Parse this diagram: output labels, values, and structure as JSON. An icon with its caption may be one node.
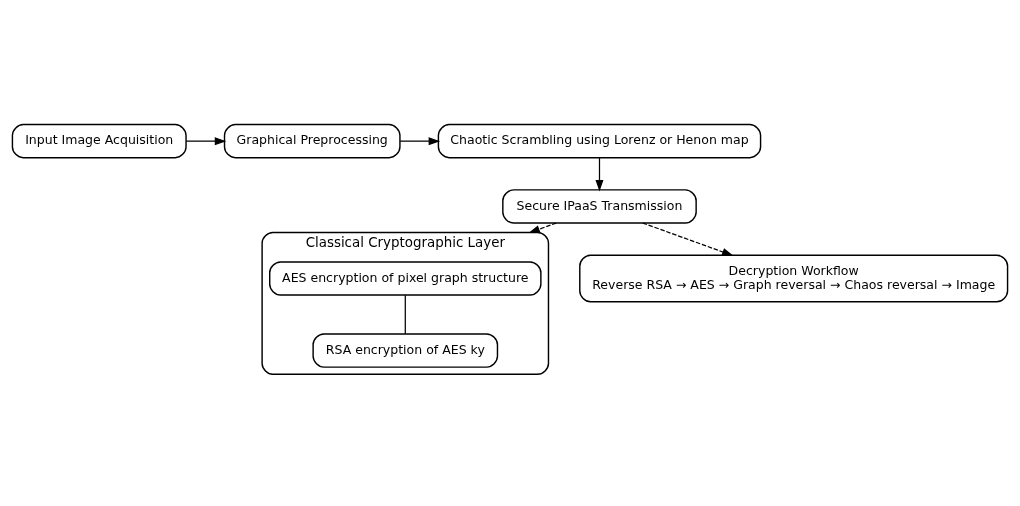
{
  "diagram": {
    "nodes": [
      {
        "text": [
          "Input Image Acquisition"
        ]
      },
      {
        "text": [
          "Graphical Preprocessing"
        ]
      },
      {
        "text": [
          "Chaotic Scrambling using Lorenz or Henon map"
        ]
      },
      {
        "text": [
          "Secure IPaaS Transmission"
        ]
      },
      {
        "text": [
          "Classical Cryptographic Layer"
        ]
      },
      {
        "text": [
          "AES encryption of pixel graph structure"
        ],
        "in": 4
      },
      {
        "text": [
          "RSA encryption of AES ky"
        ],
        "in": 4
      },
      {
        "text": [
          "Decryption Workflow",
          "Reverse RSA → AES → Graph reversal → Chaos reversal → Image"
        ]
      }
    ],
    "edges": [
      {
        "from": 0,
        "to": 1,
        "arrow": "to"
      },
      {
        "from": 1,
        "to": 2,
        "arrow": "to"
      },
      {
        "from": 2,
        "to": 3,
        "arrow": "to"
      },
      {
        "from": 3,
        "to": 4,
        "arrow": "to",
        "style": "dashed"
      },
      {
        "from": 5,
        "to": 6,
        "arrow": "none"
      },
      {
        "from": 3,
        "to": 7,
        "arrow": "to",
        "style": "dashed"
      }
    ]
  }
}
